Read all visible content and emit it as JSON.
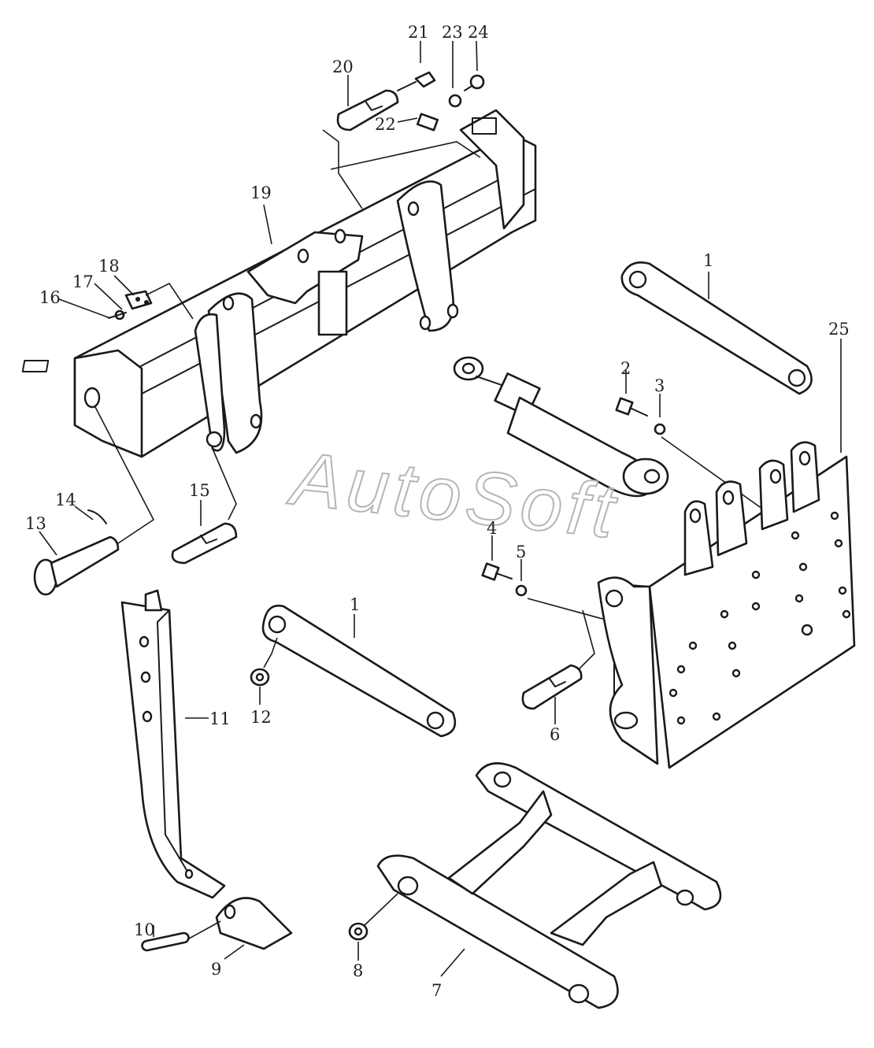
{
  "watermark": "AutoSoft",
  "callouts": {
    "c1a": "1",
    "c1b": "1",
    "c2": "2",
    "c3": "3",
    "c4": "4",
    "c5": "5",
    "c6": "6",
    "c7": "7",
    "c8": "8",
    "c9": "9",
    "c10": "10",
    "c11": "11",
    "c12": "12",
    "c13": "13",
    "c14": "14",
    "c15": "15",
    "c16": "16",
    "c17": "17",
    "c18": "18",
    "c19": "19",
    "c20": "20",
    "c21": "21",
    "c22": "22",
    "c23": "23",
    "c24": "24",
    "c25": "25"
  }
}
